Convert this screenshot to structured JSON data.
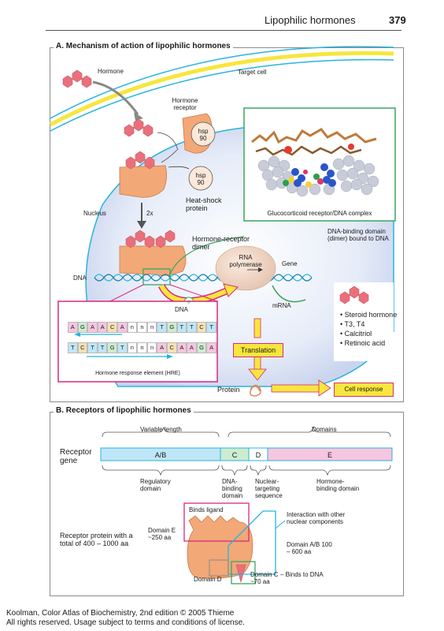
{
  "header": {
    "title": "Lipophilic hormones",
    "page_number": "379"
  },
  "section_a": {
    "title": "A. Mechanism of action of lipophilic hormones",
    "hormone": "Hormone",
    "target_cell": "Target cell",
    "hormone_receptor": "Hormone receptor",
    "hsp_top": "hsp 90",
    "hsp_bottom": "hsp 90",
    "heat_shock": "Heat-shock protein",
    "nucleus": "Nucleus",
    "two_x": "2x",
    "dimer": "Hormone-receptor dimer",
    "dna": "DNA",
    "rna_polymerase": "RNA polymerase",
    "gene": "Gene",
    "mrna": "mRNA",
    "plus": "+",
    "gr_complex": "Glucocorticoid receptor/DNA complex",
    "dna_binding_domain": "DNA-binding domain (dimer) bound to DNA",
    "translation": "Translation",
    "protein": "Protein",
    "cell_response": "Cell response",
    "seq_dna_label": "DNA",
    "seq_top": [
      "A",
      "G",
      "A",
      "A",
      "C",
      "A",
      "n",
      "n",
      "n",
      "T",
      "G",
      "T",
      "T",
      "C",
      "T"
    ],
    "seq_bottom": [
      "T",
      "C",
      "T",
      "T",
      "G",
      "T",
      "n",
      "n",
      "n",
      "A",
      "C",
      "A",
      "A",
      "G",
      "A"
    ],
    "hre": "Hormone response element (HRE)",
    "legend": [
      "Steroid hormone",
      "T3, T4",
      "Calcitriol",
      "Retinoic acid"
    ]
  },
  "section_b": {
    "title": "B. Receptors of  lipophilic hormones",
    "variable_length": "Variable length",
    "domains": "Domains",
    "receptor_gene": "Receptor gene",
    "gene_segments": [
      "A/B",
      "C",
      "D",
      "E"
    ],
    "regulatory": "Regulatory domain",
    "dna_binding": "DNA-binding domain",
    "nuclear_targeting": "Nuclear-targeting sequence",
    "hormone_binding": "Hormone-binding domain",
    "receptor_protein": "Receptor protein with a total of 400 – 1000 aa",
    "binds_ligand": "Binds ligand",
    "interaction": "Interaction with other nuclear components",
    "domain_e": "Domain E ~250 aa",
    "domain_ab": "Domain A/B 100 – 600 aa",
    "domain_d": "Domain D",
    "domain_c": "Domain C ~70 aa",
    "binds_dna": "– Binds to DNA"
  },
  "footer": {
    "line1": "Koolman, Color Atlas of Biochemistry, 2nd edition © 2005 Thieme",
    "line2": "All rights reserved. Usage subject to terms and conditions of license."
  },
  "colors": {
    "hexagon": "#e9707b",
    "receptor": "#f2a877",
    "cyan": "#29b3e0",
    "yellow": "#f7e63d",
    "magenta": "#d8287d",
    "green": "#3aa660"
  }
}
